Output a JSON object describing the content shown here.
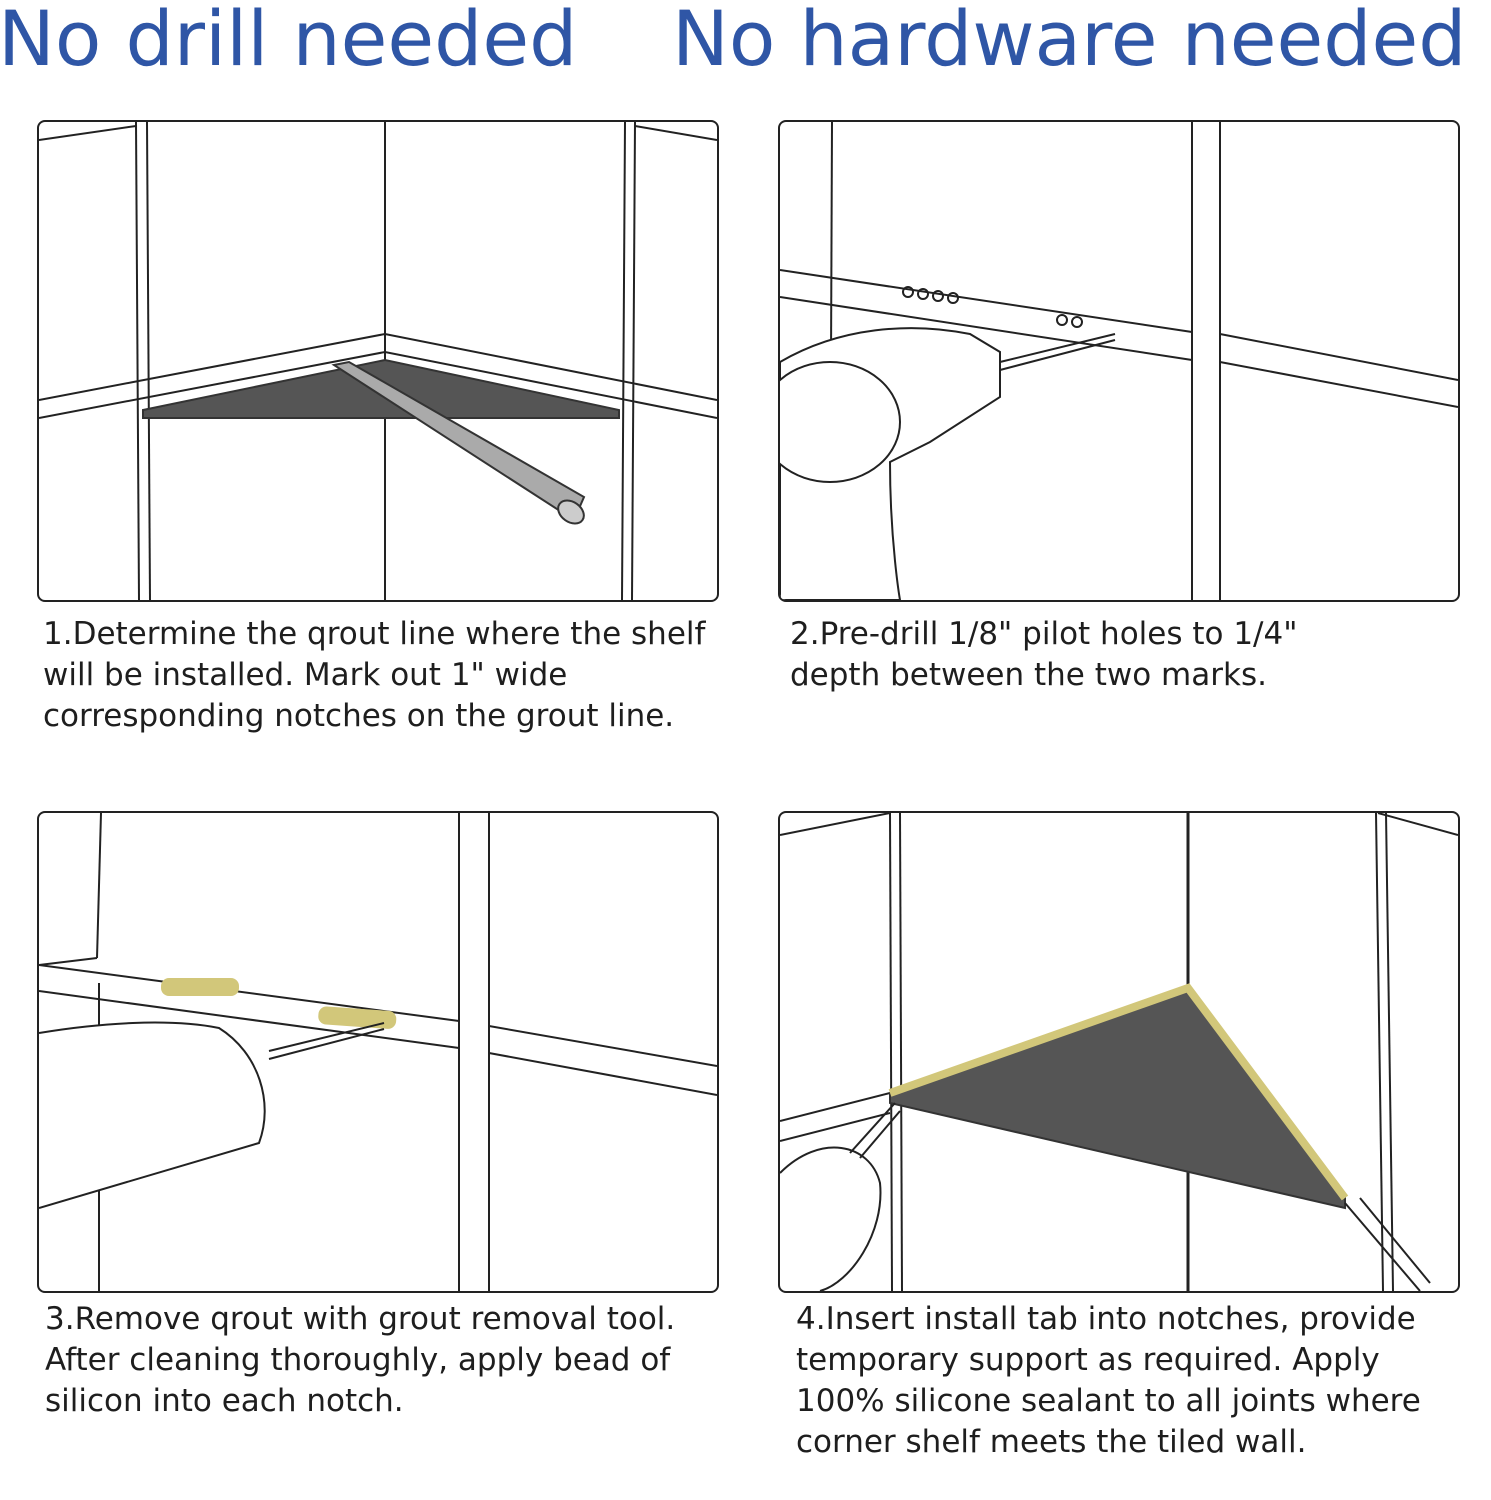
{
  "header": {
    "left": "No drill needed",
    "right": "No hardware needed"
  },
  "steps": [
    {
      "text": "1.Determine the qrout line where the shelf will be installed. Mark out 1\" wide corresponding notches on the grout line."
    },
    {
      "text": "2.Pre-drill 1/8\" pilot holes to 1/4\" depth between the two marks."
    },
    {
      "text": "3.Remove qrout with grout removal tool. After cleaning thoroughly, apply bead of silicon into each notch."
    },
    {
      "text": "4.Insert install tab into notches, provide temporary support as required. Apply 100% silicone sealant to all joints where corner shelf meets the tiled wall."
    }
  ],
  "colors": {
    "accent": "#2f56a6",
    "shelf": "#555555",
    "silicone": "#d2c77a"
  }
}
